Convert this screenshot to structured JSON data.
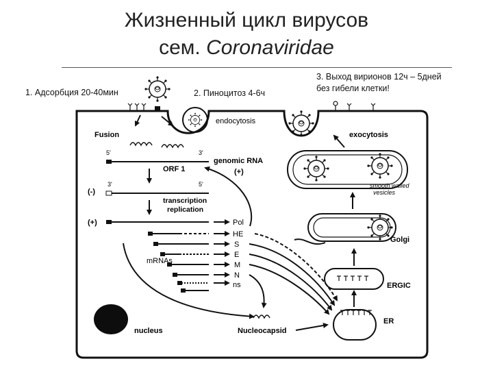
{
  "title": {
    "line1": "Жизненный цикл вирусов",
    "line2_prefix": "сем. ",
    "line2_family": "Coronaviridae"
  },
  "notes": {
    "adsorption": "1. Адсорбция 20-40мин",
    "pinocytosis": "2. Пиноцитоз 4-6ч",
    "exit_line1": "3. Выход вирионов 12ч – 5дней",
    "exit_line2": "без гибели клетки!"
  },
  "diagram": {
    "fusion": "Fusion",
    "endocytosis": "endocytosis",
    "exocytosis": "exocytosis",
    "genomic_rna": "genomic RNA",
    "plus_sign": "(+)",
    "minus_sign": "(-)",
    "orf1": "ORF 1",
    "five_prime": "5'",
    "three_prime": "3'",
    "transcription": "transcription",
    "replication": "replication",
    "mrnas": "mRNAs",
    "proteins": [
      "Pol",
      "HE",
      "S",
      "E",
      "M",
      "N",
      "ns"
    ],
    "smooth_walled_line1": "smooth walled",
    "smooth_walled_line2": "vesicles",
    "golgi": "Golgi",
    "ergic": "ERGIC",
    "er": "ER",
    "nucleus": "nucleus",
    "nucleocapsid": "Nucleocapsid"
  }
}
